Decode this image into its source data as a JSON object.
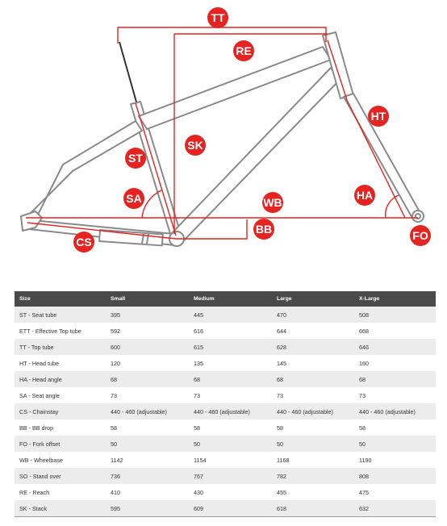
{
  "diagram": {
    "labels": {
      "tt": "TT",
      "re": "RE",
      "ht": "HT",
      "sk": "SK",
      "st": "ST",
      "sa": "SA",
      "wb": "WB",
      "ha": "HA",
      "bb": "BB",
      "cs": "CS",
      "fo": "FO"
    },
    "colors": {
      "accent": "#e52421",
      "frame": "#8a8a8a",
      "fill": "#ffffff"
    }
  },
  "table": {
    "headers": [
      "Size",
      "Small",
      "Medium",
      "Large",
      "X-Large"
    ],
    "rows": [
      [
        "ST - Seat tube",
        "395",
        "445",
        "470",
        "508"
      ],
      [
        "ETT - Effective Top tube",
        "592",
        "616",
        "644",
        "668"
      ],
      [
        "TT - Top tube",
        "600",
        "615",
        "628",
        "646"
      ],
      [
        "HT - Head tube",
        "120",
        "135",
        "145",
        "160"
      ],
      [
        "HA - Head angle",
        "68",
        "68",
        "68",
        "68"
      ],
      [
        "SA - Seat angle",
        "73",
        "73",
        "73",
        "73"
      ],
      [
        "CS - Chainstay",
        "440 - 460 (adjustable)",
        "440 - 460 (adjustable)",
        "440 - 460 (adjustable)",
        "440 - 460 (adjustable)"
      ],
      [
        "BB - BB drop",
        "58",
        "58",
        "58",
        "58"
      ],
      [
        "FO - Fork offset",
        "50",
        "50",
        "50",
        "50"
      ],
      [
        "WB - Wheelbase",
        "1142",
        "1154",
        "1168",
        "1190"
      ],
      [
        "SO - Stand over",
        "736",
        "767",
        "782",
        "808"
      ],
      [
        "RE - Reach",
        "410",
        "430",
        "455",
        "475"
      ],
      [
        "SK - Stack",
        "595",
        "609",
        "618",
        "632"
      ]
    ]
  }
}
